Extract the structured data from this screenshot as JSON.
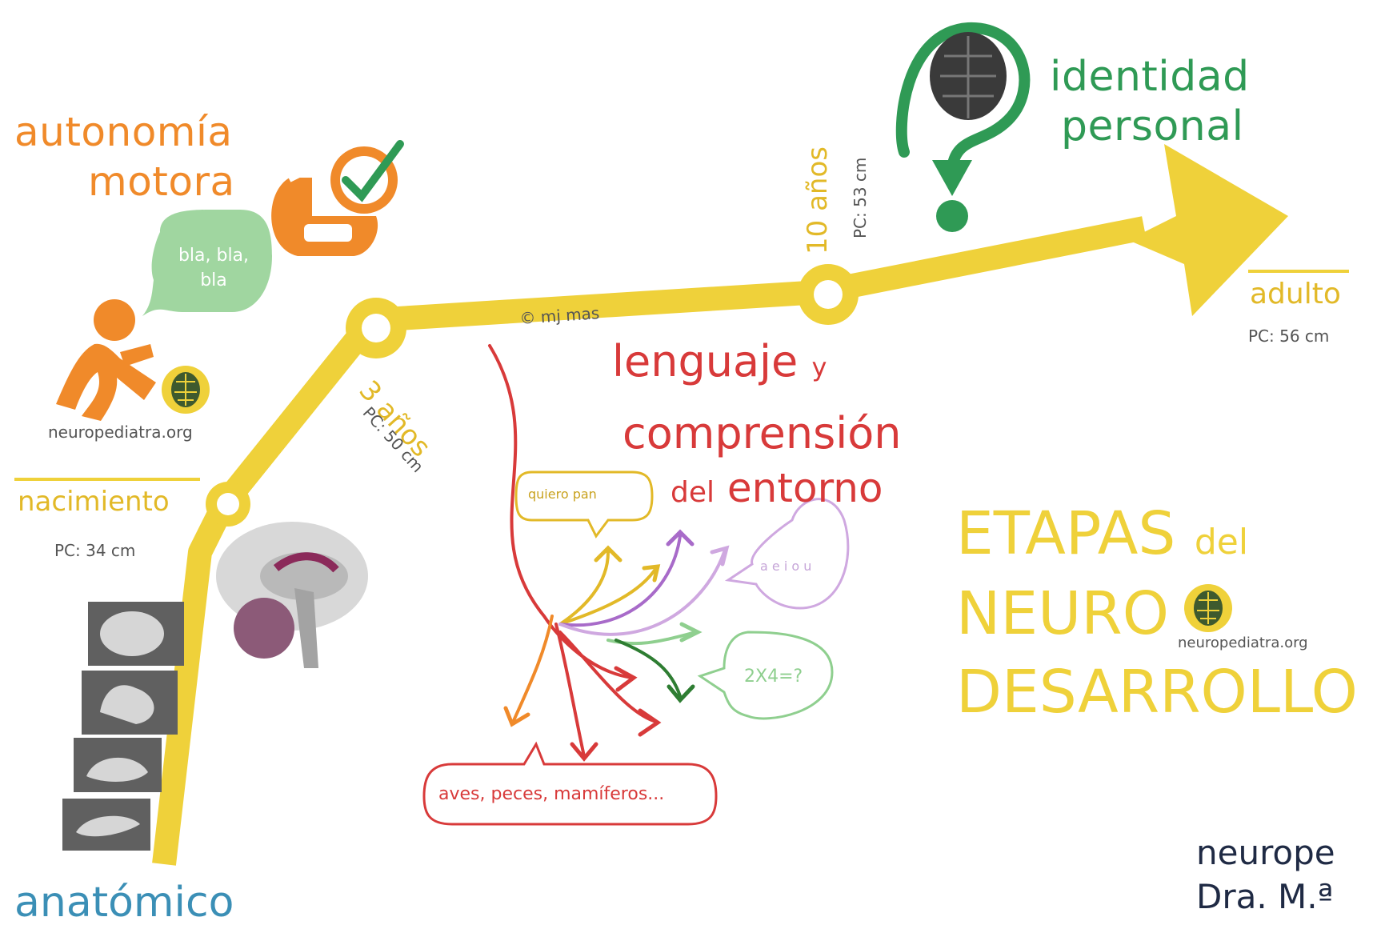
{
  "headings": {
    "autonomia_line1": "autonomía",
    "autonomia_line2": "motora",
    "identidad_line1": "identidad",
    "identidad_line2": "personal",
    "lenguaje_main": "lenguaje",
    "lenguaje_y": "y",
    "comprension": "comprensión",
    "del": "del",
    "entorno": "entorno",
    "anatomico": "anatómico"
  },
  "milestones": [
    {
      "name": "nacimiento",
      "pc": "PC: 34 cm"
    },
    {
      "name": "3 años",
      "pc": "PC: 50 cm"
    },
    {
      "name": "10 años",
      "pc": "PC: 53 cm"
    },
    {
      "name": "adulto",
      "pc": "PC: 56 cm"
    }
  ],
  "copyright": "© mj mas",
  "speech": {
    "bla": "bla, bla, bla",
    "quiero_pan": "quiero pan",
    "vowels": "a e i o u",
    "math": "2X4=?",
    "animals": "aves, peces, mamíferos..."
  },
  "brand": {
    "site_small": "neuropediatra.org",
    "site_right": "neuropediatra.org",
    "footer_line1": "neurope",
    "footer_line2": "Dra. M.ª"
  },
  "title": {
    "etapas": "ETAPAS",
    "del": "del",
    "neuro": "NEURO",
    "desarrollo": "DESARROLLO"
  },
  "colors": {
    "timeline": "#efd13a",
    "orange": "#f08a2a",
    "green": "#2f9a55",
    "red": "#d83a3a",
    "purple": "#a86bc9",
    "light_green": "#8fcf8f",
    "dark_green": "#2e7d32"
  }
}
